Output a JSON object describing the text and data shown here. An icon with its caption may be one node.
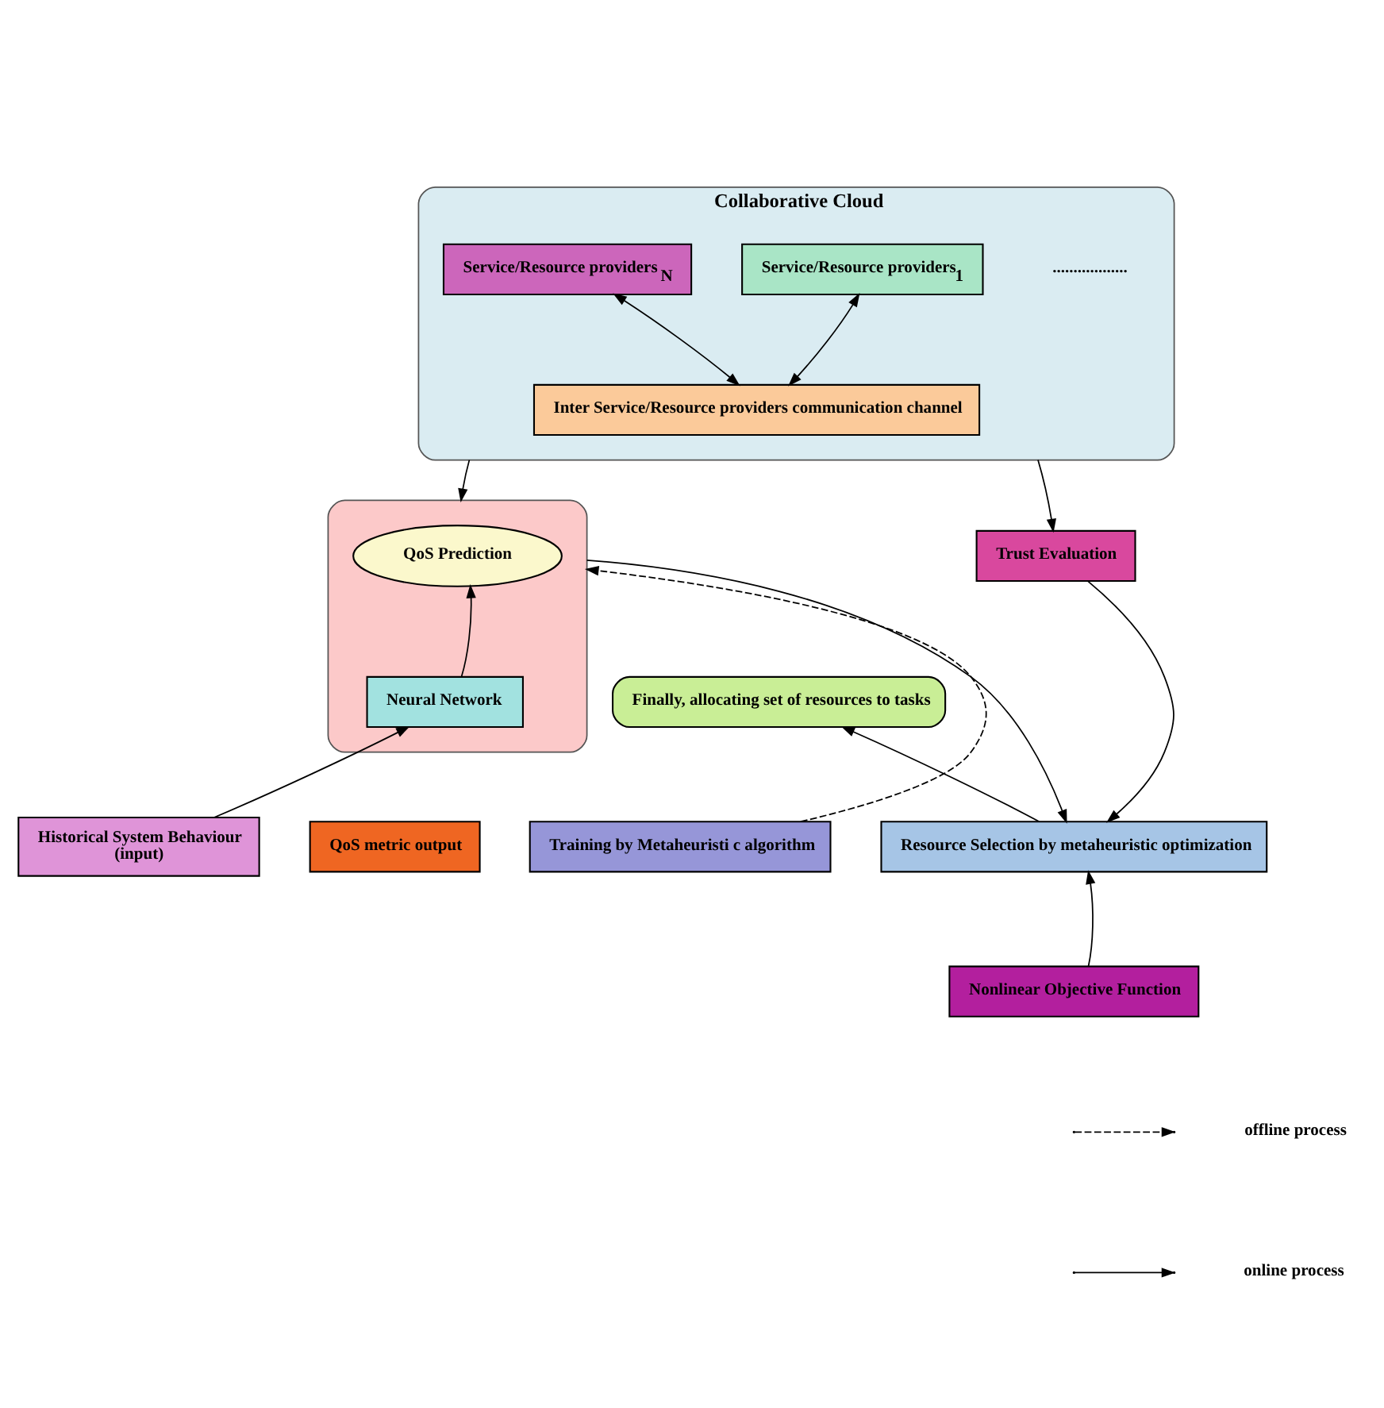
{
  "diagram": {
    "nodes": [
      {
        "text": [
          "Collaborative Cloud"
        ]
      },
      {
        "text": [
          "Service/Resource providers$_{1}$"
        ],
        "in": 0
      },
      {
        "text": [
          "Service/Resource providers $_{N}$"
        ],
        "in": 0
      },
      {
        "text": [
          "Inter Service/Resource providers communication channel"
        ],
        "in": 0
      },
      {
        "text": [],
        "shape": "box"
      },
      {
        "text": [
          "QoS Prediction"
        ],
        "in": 4
      },
      {
        "text": [
          "Neural Network"
        ],
        "in": 4
      },
      {
        "text": [
          "Finally, allocating set of resources to tasks"
        ]
      },
      {
        "text": [
          "Trust Evaluation"
        ]
      },
      {
        "text": [
          "Resource Selection by metaheuristic optimization"
        ]
      },
      {
        "text": [
          "Nonlinear Objective Function"
        ]
      },
      {
        "text": [
          "Historical System Behaviour",
          "(input)"
        ]
      },
      {
        "text": [
          "QoS metric output"
        ]
      },
      {
        "text": [
          "Training by Metaheuristi c algorithm"
        ]
      }
    ],
    "edges": [
      {
        "from": 3,
        "to": 1,
        "arrow": "both"
      },
      {
        "from": 3,
        "to": 2,
        "arrow": "both"
      },
      {
        "from": 0,
        "to": 4,
        "arrow": "to"
      },
      {
        "from": 0,
        "to": 8,
        "arrow": "to"
      },
      {
        "from": 6,
        "to": 5,
        "arrow": "to"
      },
      {
        "from": 13,
        "to": 4,
        "arrow": "to",
        "style": "dashed"
      },
      {
        "from": 11,
        "to": 6,
        "arrow": "to"
      },
      {
        "from": 4,
        "to": 9,
        "arrow": "to"
      },
      {
        "from": 9,
        "to": 7,
        "arrow": "to"
      },
      {
        "from": 8,
        "to": 9,
        "arrow": "to"
      },
      {
        "from": 10,
        "to": 9,
        "arrow": "to"
      }
    ],
    "labels": [
      ".................."
    ],
    "legend": [
      {
        "text": "offline process"
      },
      {
        "text": "online process"
      }
    ]
  }
}
